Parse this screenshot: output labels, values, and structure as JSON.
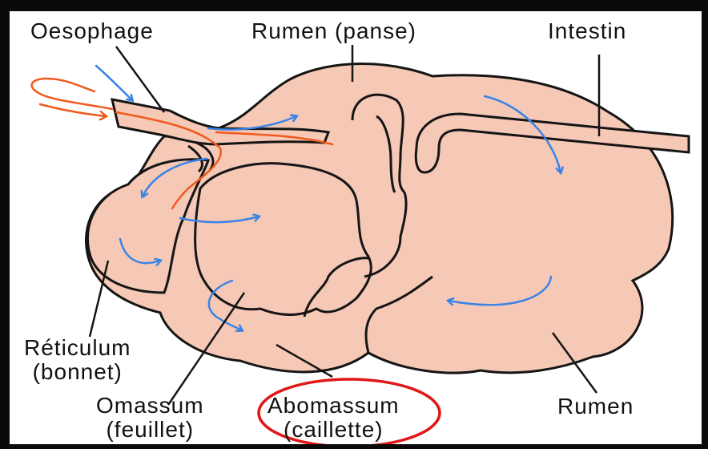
{
  "labels": {
    "oesophage": "Oesophage",
    "rumen_panse": "Rumen (panse)",
    "intestin": "Intestin",
    "reticulum_line1": "Réticulum",
    "reticulum_line2": "(bonnet)",
    "omassum_line1": "Omassum",
    "omassum_line2": "(feuillet)",
    "abomassum_line1": "Abomassum",
    "abomassum_line2": "(caillette)",
    "rumen": "Rumen"
  },
  "colors": {
    "organ_fill": "#f6c8b6",
    "outline": "#151515",
    "flow_arrow": "#3a84e6",
    "food_path": "#f05a1e",
    "highlight_ellipse": "#e01818",
    "background": "#ffffff",
    "border": "#0a0a0a"
  },
  "icons": {
    "flow": "blue-flow-arrow",
    "food": "orange-food-path-arrow"
  }
}
